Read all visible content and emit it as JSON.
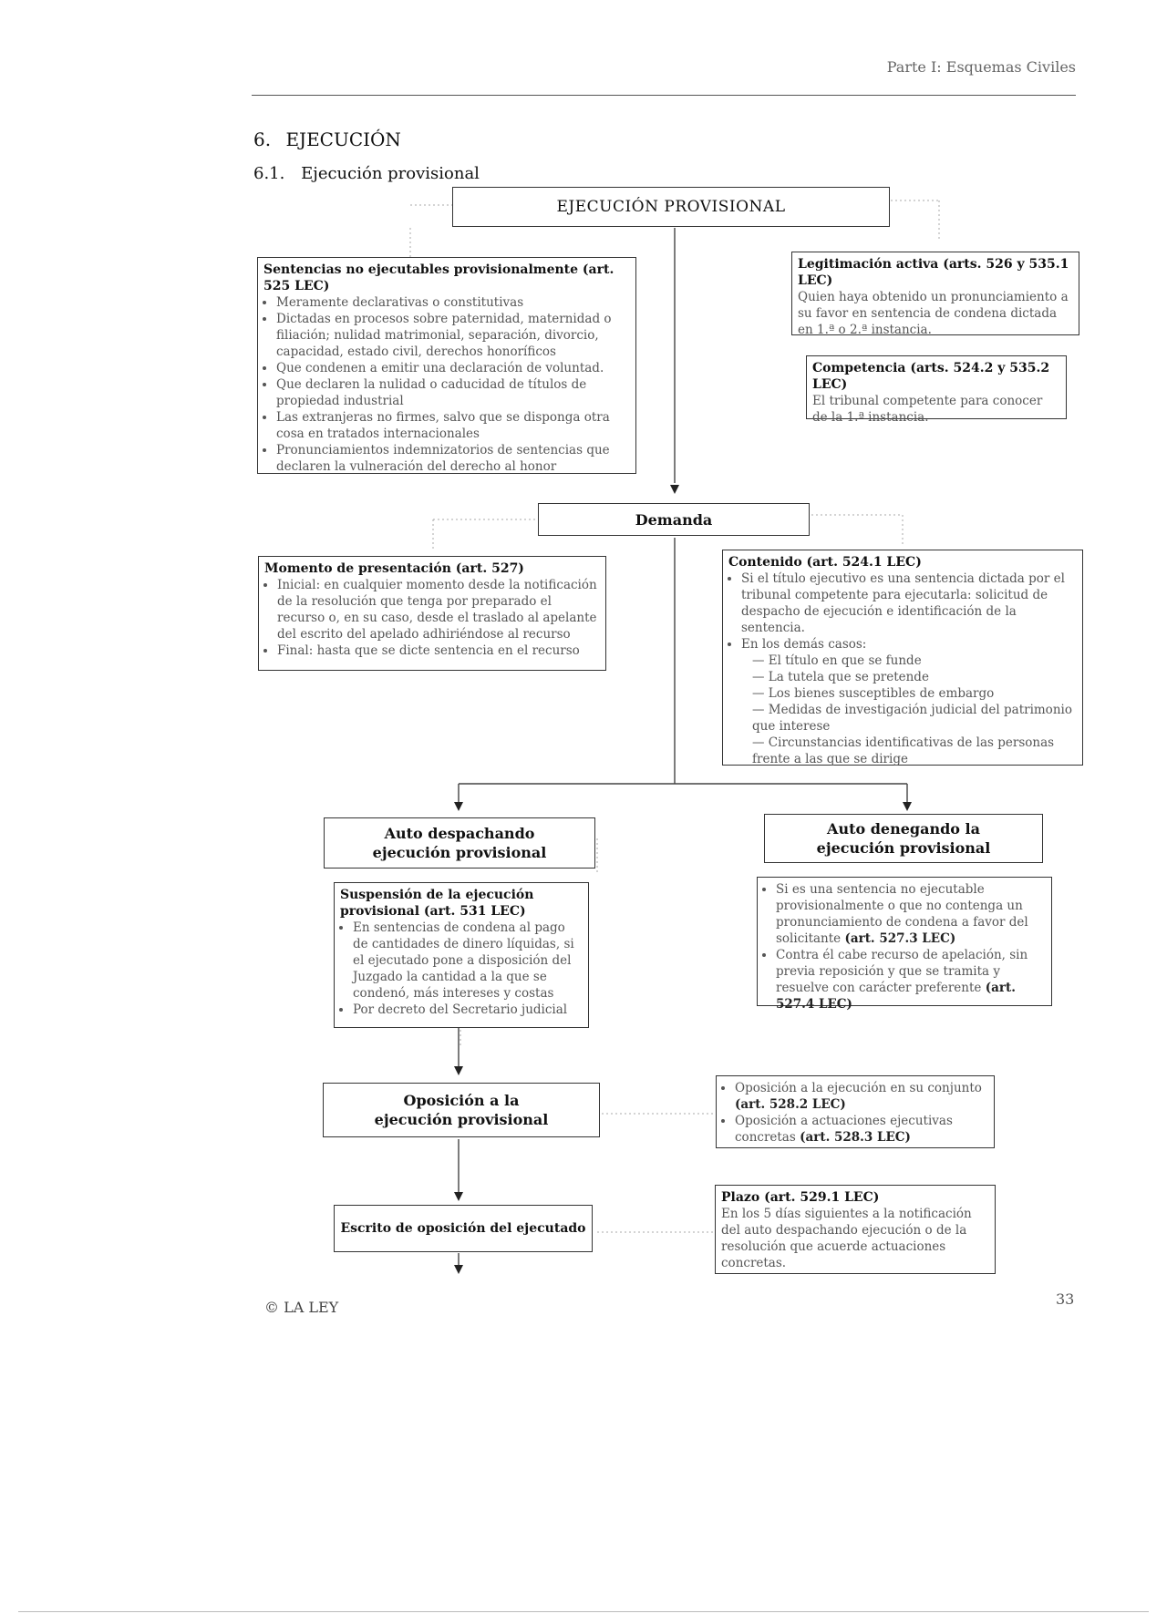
{
  "header": {
    "running_title": "Parte I: Esquemas Civiles"
  },
  "section": {
    "number": "6.",
    "title": "EJECUCIÓN"
  },
  "subsection": {
    "number": "6.1.",
    "title": "Ejecución provisional"
  },
  "root": {
    "label": "EJECUCIÓN PROVISIONAL"
  },
  "no_ejecutables": {
    "title": "Sentencias no ejecutables provisionalmente (art. 525 LEC)",
    "items": [
      "Meramente declarativas o constitutivas",
      "Dictadas en procesos sobre paternidad, maternidad o filiación; nulidad matrimonial, separación, divorcio, capacidad, estado civil, derechos honoríficos",
      "Que condenen a emitir una declaración de voluntad.",
      "Que declaren la nulidad o caducidad de títulos de propiedad industrial",
      "Las extranjeras no firmes, salvo que se disponga otra cosa en tratados internacionales",
      "Pronunciamientos indemnizatorios de sentencias que declaren la vulneración del derecho al honor"
    ]
  },
  "legitimacion": {
    "title": "Legitimación activa (arts. 526 y 535.1 LEC)",
    "text": "Quien haya obtenido un pronunciamiento a su favor en sentencia de condena dictada en 1.ª o 2.ª instancia."
  },
  "competencia": {
    "title": "Competencia (arts. 524.2 y 535.2 LEC)",
    "text": "El tribunal competente para conocer de la 1.ª instancia."
  },
  "demanda": {
    "label": "Demanda"
  },
  "momento": {
    "title": "Momento de presentación (art. 527)",
    "items": [
      "Inicial: en cualquier momento desde la notificación de la resolución que tenga por preparado el recurso o, en su caso, desde el traslado al apelante del escrito del apelado adhiriéndose al recurso",
      "Final: hasta que se dicte sentencia en el recurso"
    ]
  },
  "contenido": {
    "title": "Contenido (art. 524.1 LEC)",
    "item1": "Si el título ejecutivo es una sentencia dictada por el tribunal competente para ejecutarla: solicitud de despacho de ejecución e identificación de la sentencia.",
    "item2": "En los demás casos:",
    "subitems": [
      "El título en que se funde",
      "La tutela que se pretende",
      "Los bienes susceptibles de embargo",
      "Medidas de investigación judicial del patrimonio que interese",
      "Circunstancias identificativas de las personas frente a las que se dirige"
    ]
  },
  "auto_despachando": {
    "line1": "Auto despachando",
    "line2": "ejecución provisional"
  },
  "auto_denegando": {
    "line1": "Auto denegando la",
    "line2": "ejecución provisional"
  },
  "suspension": {
    "title": "Suspensión de la ejecución provisional (art. 531 LEC)",
    "items": [
      "En sentencias de condena al pago de cantidades de dinero líquidas, si el ejecutado pone a disposición del Juzgado la cantidad a la que se condenó, más intereses y costas",
      "Por decreto del Secretario judicial"
    ]
  },
  "denegando_info": {
    "item1_text": "Si es una sentencia no ejecutable provisionalmente o que no contenga un pronunciamiento de condena a favor del solicitante",
    "item1_ref": "(art. 527.3 LEC)",
    "item2_text": "Contra él cabe recurso de apelación, sin previa reposición y que se tramita y resuelve con carácter preferente",
    "item2_ref": "(art. 527.4 LEC)"
  },
  "oposicion": {
    "line1": "Oposición a la",
    "line2": "ejecución provisional"
  },
  "oposicion_info": {
    "item1_text": "Oposición a la ejecución en su conjunto",
    "item1_ref": "(art. 528.2 LEC)",
    "item2_text": "Oposición a actuaciones ejecutivas concretas",
    "item2_ref": "(art. 528.3 LEC)"
  },
  "escrito": {
    "label": "Escrito de oposición del ejecutado"
  },
  "plazo": {
    "title": "Plazo (art. 529.1 LEC)",
    "text": "En los 5 días siguientes a la notificación del auto despachando ejecución o de la resolución que acuerde actuaciones concretas."
  },
  "footer": {
    "copyright": "© LA LEY",
    "page_number": "33"
  }
}
